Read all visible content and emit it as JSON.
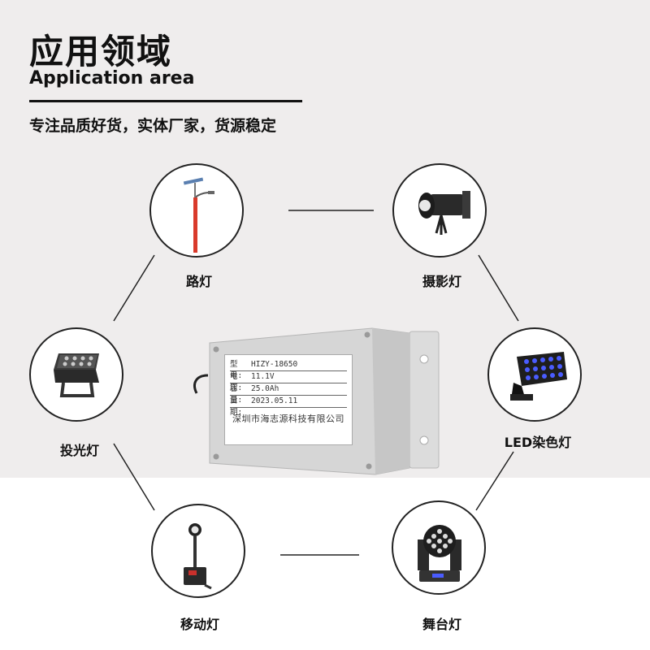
{
  "header": {
    "title_cn": "应用领域",
    "title_en": "Application area",
    "slogan": "专注品质好货，实体厂家，货源稳定"
  },
  "applications": [
    {
      "label": "路灯",
      "icon": "street-lamp-icon"
    },
    {
      "label": "摄影灯",
      "icon": "photography-light-icon"
    },
    {
      "label": "投光灯",
      "icon": "floodlight-icon"
    },
    {
      "label": "LED染色灯",
      "icon": "led-wall-washer-icon"
    },
    {
      "label": "移动灯",
      "icon": "mobile-light-icon"
    },
    {
      "label": "舞台灯",
      "icon": "stage-moving-head-icon"
    }
  ],
  "battery_label": {
    "rows": [
      {
        "key": "型 号:",
        "value": "HIZY-18650"
      },
      {
        "key": "电 压:",
        "value": "11.1V"
      },
      {
        "key": "容 量:",
        "value": "25.0Ah"
      },
      {
        "key": "日 期:",
        "value": "2023.05.11"
      }
    ],
    "company": "深圳市海志源科技有限公司"
  },
  "colors": {
    "background_top": "#efeded",
    "background_bottom": "#ffffff",
    "text": "#111111",
    "pole_red": "#d93a2b",
    "led_blue": "#4a5cff"
  }
}
